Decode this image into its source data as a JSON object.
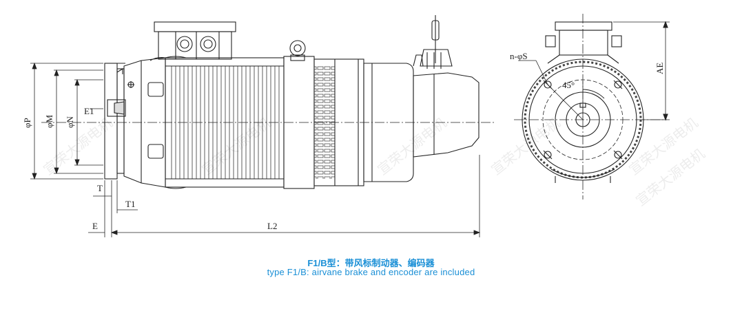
{
  "diagram": {
    "dimension_labels": {
      "E1": "E1",
      "P": "φP",
      "M": "φM",
      "N": "φN",
      "T": "T",
      "T1": "T1",
      "E": "E",
      "L2": "L2",
      "nS": "n-φS",
      "angle": "45°",
      "AE": "AE"
    },
    "watermark": "宣荣大源电机"
  },
  "caption": {
    "chinese": "F1/B型：带风标制动器、编码器",
    "english": "type F1/B:   airvane brake and encoder are included"
  }
}
